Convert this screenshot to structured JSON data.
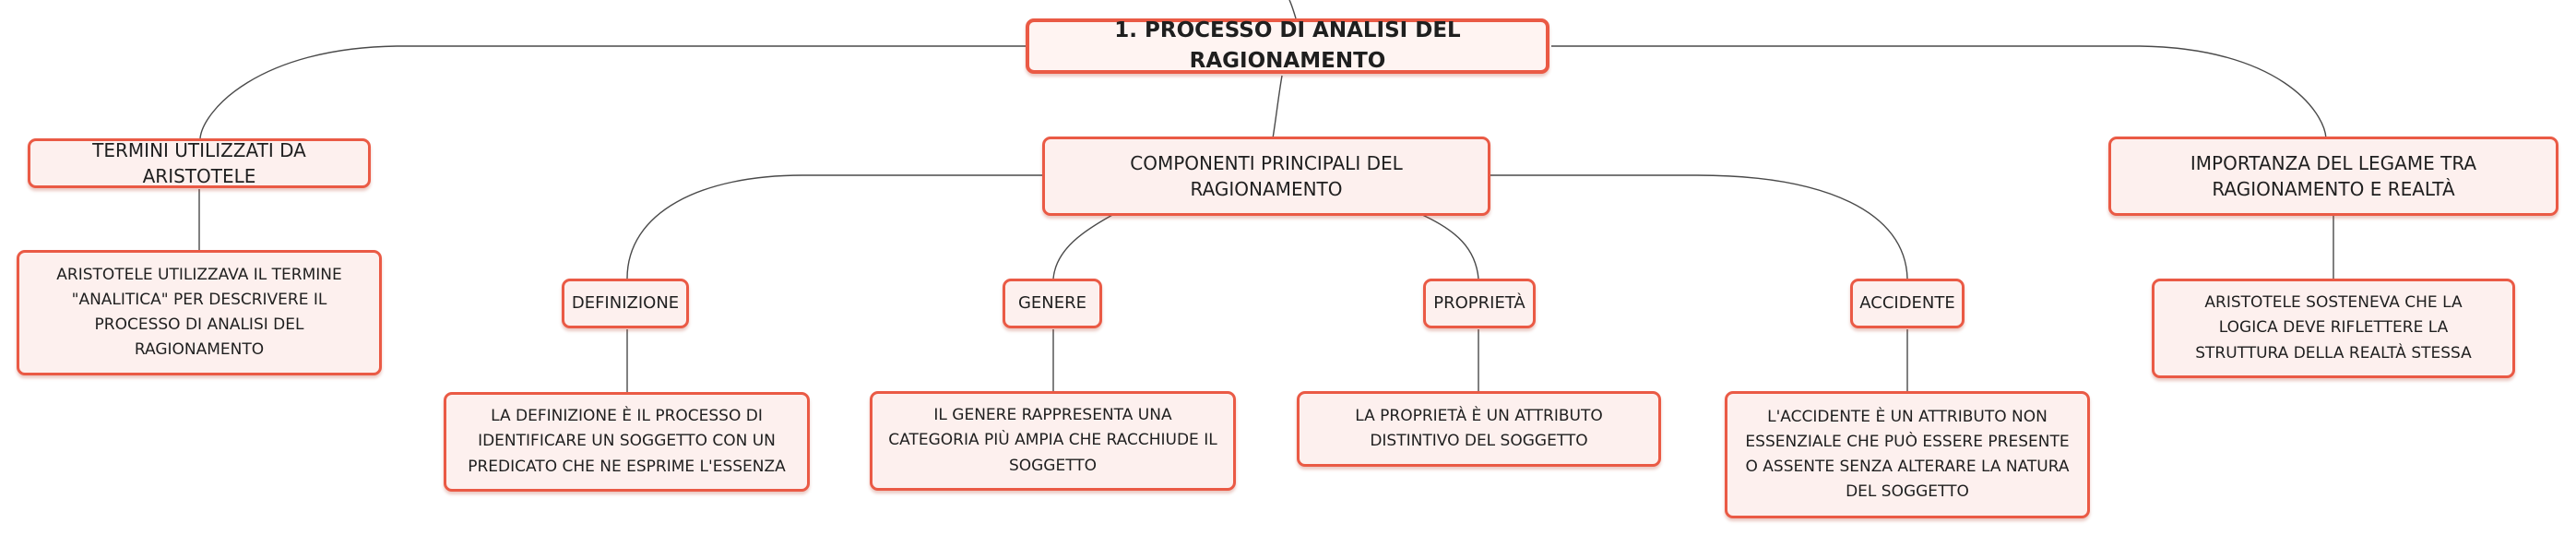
{
  "root": {
    "title": "1. PROCESSO DI ANALISI DEL RAGIONAMENTO"
  },
  "branches": {
    "termini": {
      "label": "TERMINI UTILIZZATI DA ARISTOTELE",
      "detail": "ARISTOTELE UTILIZZAVA IL TERMINE \"ANALITICA\" PER DESCRIVERE IL PROCESSO DI ANALISI DEL RAGIONAMENTO"
    },
    "componenti": {
      "label": "COMPONENTI PRINCIPALI DEL RAGIONAMENTO",
      "children": [
        {
          "label": "DEFINIZIONE",
          "detail": "LA DEFINIZIONE È IL PROCESSO DI IDENTIFICARE UN SOGGETTO CON UN PREDICATO CHE NE ESPRIME L'ESSENZA"
        },
        {
          "label": "GENERE",
          "detail": "IL GENERE RAPPRESENTA UNA CATEGORIA PIÙ AMPIA CHE RACCHIUDE IL SOGGETTO"
        },
        {
          "label": "PROPRIETÀ",
          "detail": "LA PROPRIETÀ È UN ATTRIBUTO DISTINTIVO DEL SOGGETTO"
        },
        {
          "label": "ACCIDENTE",
          "detail": "L'ACCIDENTE È UN ATTRIBUTO NON ESSENZIALE CHE PUÒ ESSERE PRESENTE O ASSENTE SENZA ALTERARE LA NATURA DEL SOGGETTO"
        }
      ]
    },
    "importanza": {
      "label": "IMPORTANZA DEL LEGAME TRA RAGIONAMENTO E REALTÀ",
      "detail": "ARISTOTELE SOSTENEVA CHE LA LOGICA DEVE RIFLETTERE LA STRUTTURA DELLA REALTÀ STESSA"
    }
  }
}
